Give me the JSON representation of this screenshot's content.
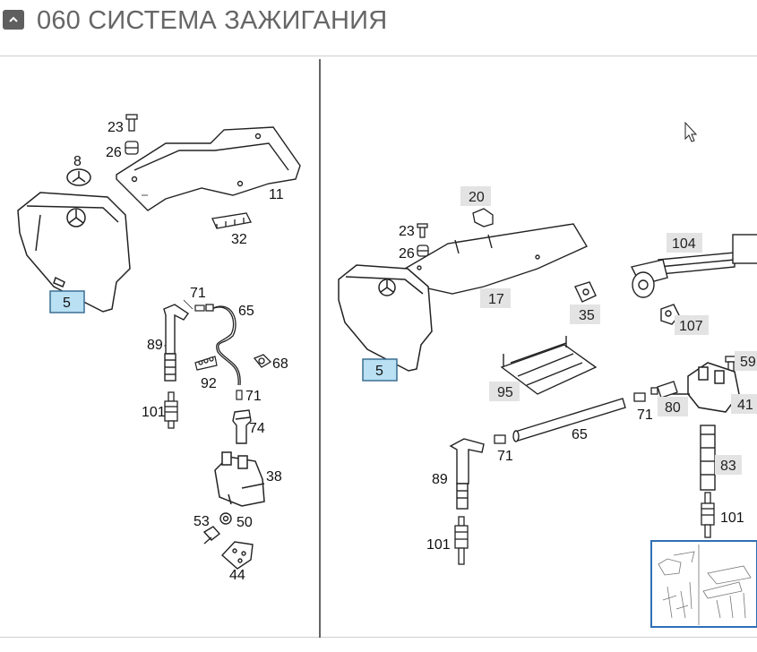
{
  "header": {
    "title": "060 СИСТЕМА ЗАЖИГАНИЯ",
    "collapse_icon": "chevron-up-icon"
  },
  "colors": {
    "title": "#666666",
    "collapse_button": "#5f5f5f",
    "highlight_fill": "#b9e0f3",
    "highlight_border": "#3a6f93",
    "gray_label_bg": "#e3e3e3",
    "thumbnail_border": "#2f6fb6"
  },
  "left_panel": {
    "callouts": [
      {
        "id": "l23",
        "label": "23"
      },
      {
        "id": "l26",
        "label": "26"
      },
      {
        "id": "l8",
        "label": "8"
      },
      {
        "id": "l11",
        "label": "11"
      },
      {
        "id": "l32",
        "label": "32"
      },
      {
        "id": "l5",
        "label": "5",
        "highlight": true
      },
      {
        "id": "l71a",
        "label": "71"
      },
      {
        "id": "l65",
        "label": "65"
      },
      {
        "id": "l89",
        "label": "89"
      },
      {
        "id": "l68",
        "label": "68"
      },
      {
        "id": "l92",
        "label": "92"
      },
      {
        "id": "l71b",
        "label": "71"
      },
      {
        "id": "l101",
        "label": "101"
      },
      {
        "id": "l74",
        "label": "74"
      },
      {
        "id": "l38",
        "label": "38"
      },
      {
        "id": "l53",
        "label": "53"
      },
      {
        "id": "l50",
        "label": "50"
      },
      {
        "id": "l44",
        "label": "44"
      }
    ]
  },
  "right_panel": {
    "callouts": [
      {
        "id": "r20",
        "label": "20",
        "gray": true
      },
      {
        "id": "r23",
        "label": "23"
      },
      {
        "id": "r26",
        "label": "26"
      },
      {
        "id": "r104",
        "label": "104",
        "gray": true
      },
      {
        "id": "r17",
        "label": "17",
        "gray": true
      },
      {
        "id": "r35",
        "label": "35",
        "gray": true
      },
      {
        "id": "r107",
        "label": "107",
        "gray": true
      },
      {
        "id": "r5",
        "label": "5",
        "highlight": true
      },
      {
        "id": "r59",
        "label": "59",
        "gray": true
      },
      {
        "id": "r95",
        "label": "95",
        "gray": true
      },
      {
        "id": "r71a",
        "label": "71"
      },
      {
        "id": "r80",
        "label": "80",
        "gray": true
      },
      {
        "id": "r41",
        "label": "41",
        "gray": true
      },
      {
        "id": "r65",
        "label": "65"
      },
      {
        "id": "r71b",
        "label": "71"
      },
      {
        "id": "r89",
        "label": "89"
      },
      {
        "id": "r83",
        "label": "83",
        "gray": true
      },
      {
        "id": "r101a",
        "label": "101"
      },
      {
        "id": "r101b",
        "label": "101"
      }
    ]
  }
}
